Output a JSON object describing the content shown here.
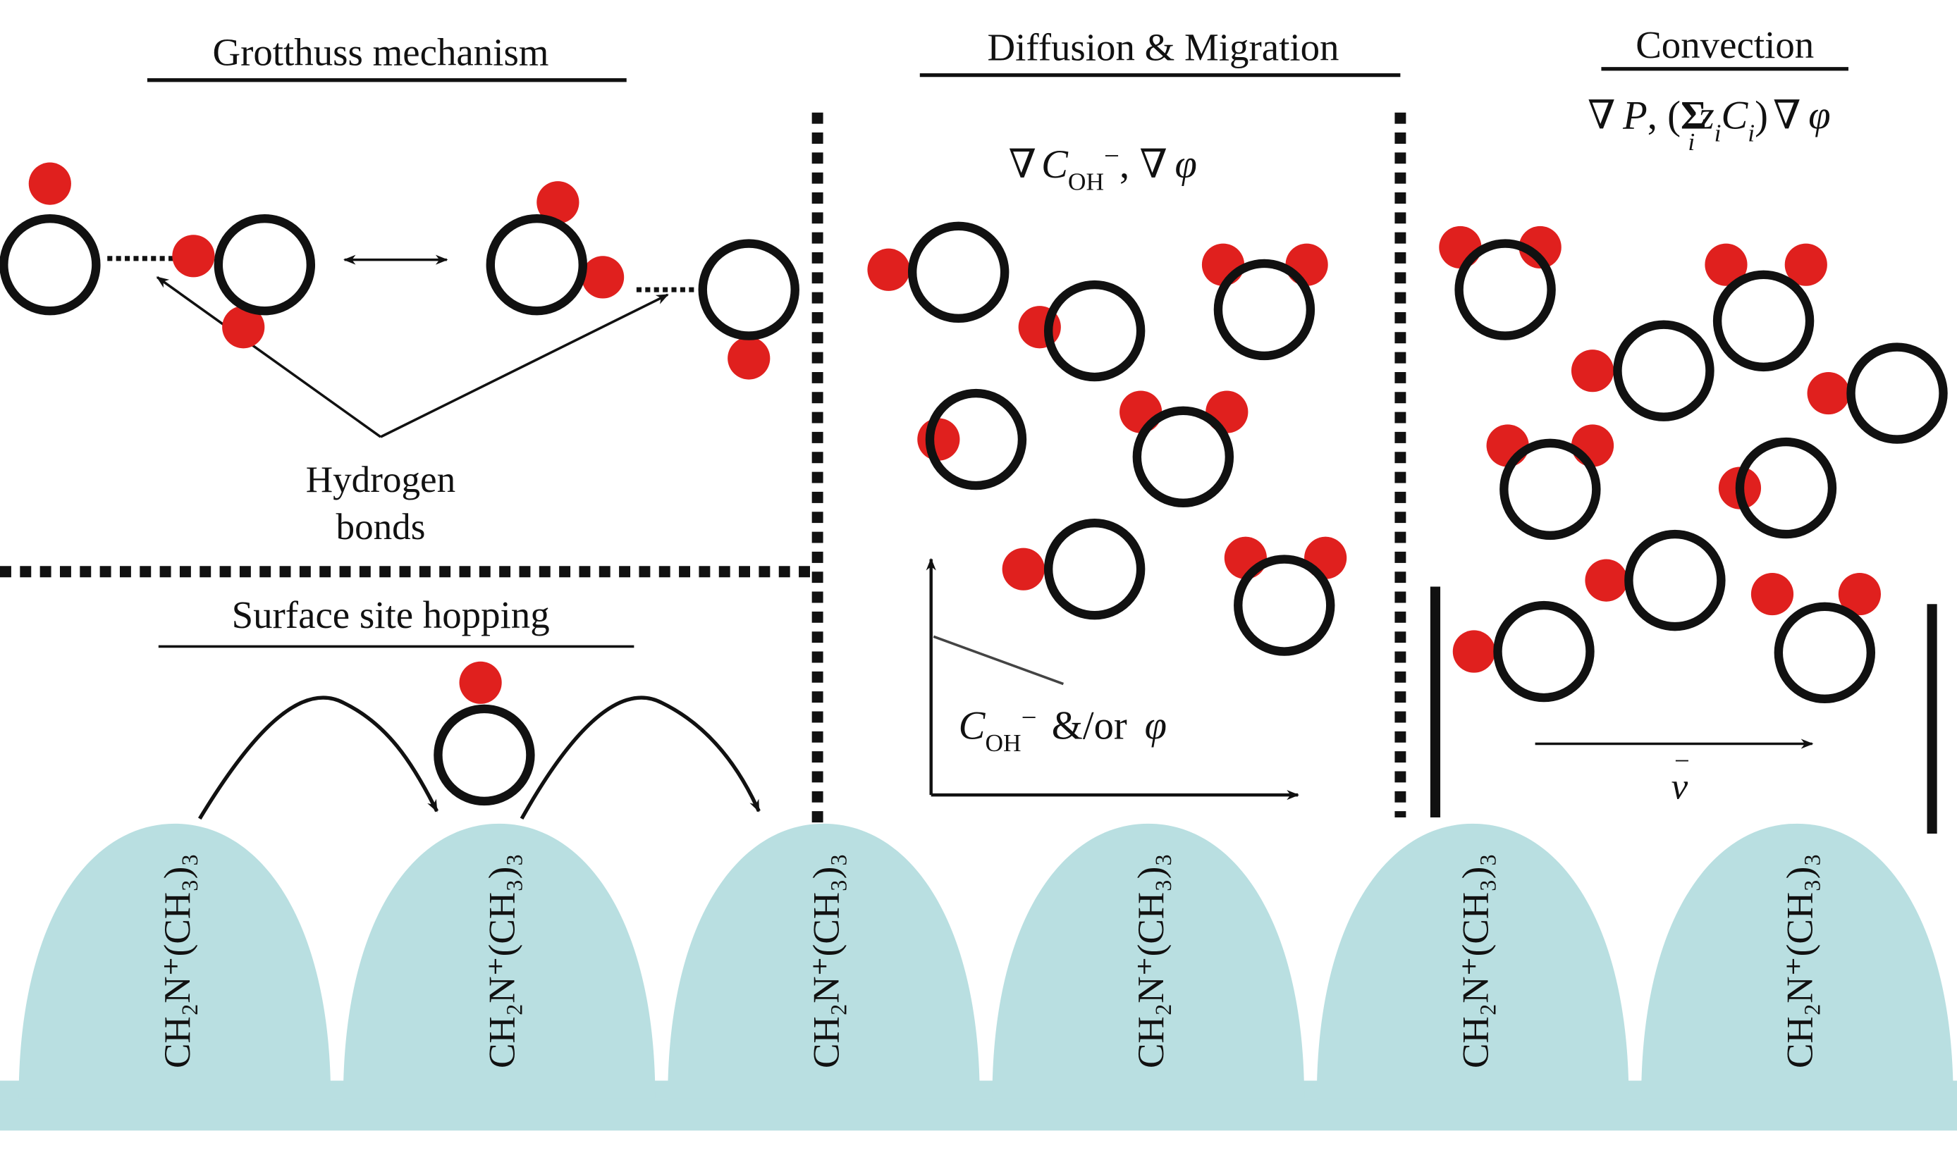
{
  "sections": {
    "grotthuss": {
      "title": "Grotthuss mechanism",
      "annotation_line1": "Hydrogen",
      "annotation_line2": "bonds"
    },
    "hopping": {
      "title": "Surface site hopping"
    },
    "diffusion": {
      "title": "Diffusion & Migration",
      "equation_nabla1": "∇",
      "equation_C": "C",
      "equation_sub": "OH",
      "equation_sup": "−",
      "equation_rest": ",  ∇",
      "equation_phi": "φ",
      "graph_label_C": "C",
      "graph_label_sub": "OH",
      "graph_label_sup": "−",
      "graph_label_rest": "&/or",
      "graph_label_phi": "φ"
    },
    "convection": {
      "title": "Convection",
      "equation_part1": "∇",
      "equation_P": "P",
      "equation_part2": ", (",
      "equation_sigma": "Σ",
      "equation_z": "z",
      "equation_Ci": "C",
      "equation_i": "i",
      "equation_part3": ")",
      "equation_part4": "∇",
      "equation_phi": "φ",
      "velocity_label": "v",
      "velocity_bar": "‾"
    }
  },
  "surface_group_label": "CH₂N⁺(CH₃)₃",
  "colors": {
    "ring": "#111111",
    "atom": "#e0201e",
    "surface": "#b9dfe1"
  }
}
